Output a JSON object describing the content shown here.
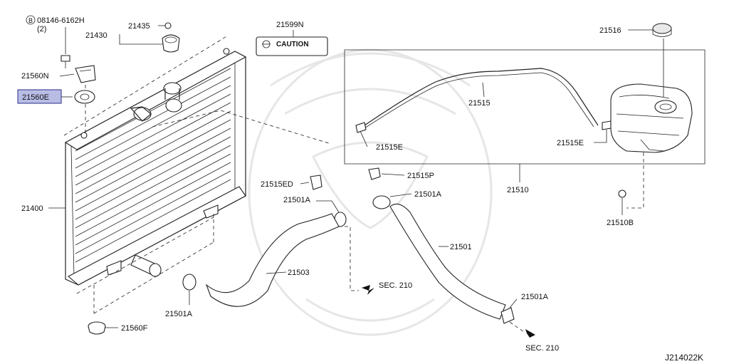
{
  "diagram": {
    "labels": {
      "bolt_ref": "08146-6162H",
      "bolt_qty": "(2)",
      "p21430": "21430",
      "p21435": "21435",
      "p21599N": "21599N",
      "caution": "CAUTION",
      "p21516": "21516",
      "p21560N": "21560N",
      "p21560E": "21560E",
      "p21515_hose": "21515",
      "p21515E_left": "21515E",
      "p21515E_right": "21515E",
      "p21515ED": "21515ED",
      "p21515P": "21515P",
      "p21510": "21510",
      "p21400": "21400",
      "p21501A_upper_left": "21501A",
      "p21501A_upper_right": "21501A",
      "p21501": "21501",
      "p21503": "21503",
      "p21501A_lower_left": "21501A",
      "p21501A_lower_right": "21501A",
      "sec210_upper": "SEC. 210",
      "sec210_lower": "SEC. 210",
      "p21560F": "21560F",
      "p21510B": "21510B",
      "diagram_code": "J214022K"
    },
    "highlight_color": "#b9bde6"
  }
}
